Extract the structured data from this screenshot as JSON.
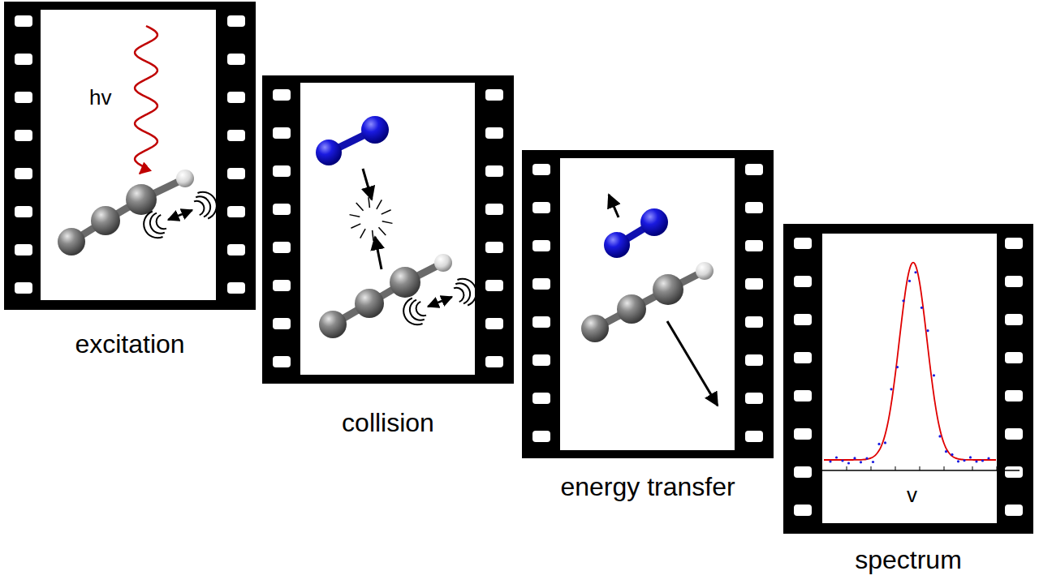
{
  "diagram": {
    "nodes": [
      {
        "text": [
          "hv",
          "excitation"
        ]
      },
      {
        "text": [
          "collision"
        ]
      },
      {
        "text": [
          "energy transfer"
        ]
      },
      {
        "text": [
          "v",
          "spectrum"
        ]
      }
    ]
  }
}
